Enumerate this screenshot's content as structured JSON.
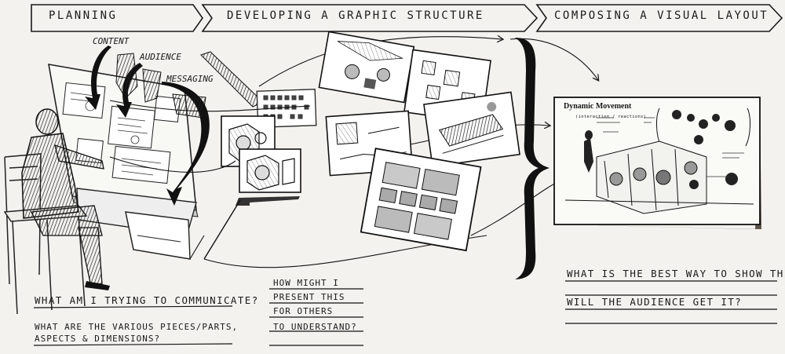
{
  "stages": [
    {
      "label": "Planning"
    },
    {
      "label": "Developing a graphic structure"
    },
    {
      "label": "Composing a visual layout"
    }
  ],
  "cues": [
    "Content",
    "Audience",
    "Messaging"
  ],
  "panel": {
    "title": "Dynamic Movement",
    "subtitle": "(interaction / reactions)"
  },
  "questions": {
    "planning": [
      "What am I trying to communicate?",
      "What are the various pieces/parts,",
      "aspects & dimensions?"
    ],
    "structure": [
      "How might I",
      "present this",
      "for others",
      "to understand?"
    ],
    "layout": [
      "What is the best way to show this?",
      "Will the audience get it?"
    ]
  },
  "colors": {
    "ink": "#1a1a1a",
    "paper": "#f4f2ef",
    "sheet": "#fafaf7",
    "shadow": "#5b5347"
  }
}
